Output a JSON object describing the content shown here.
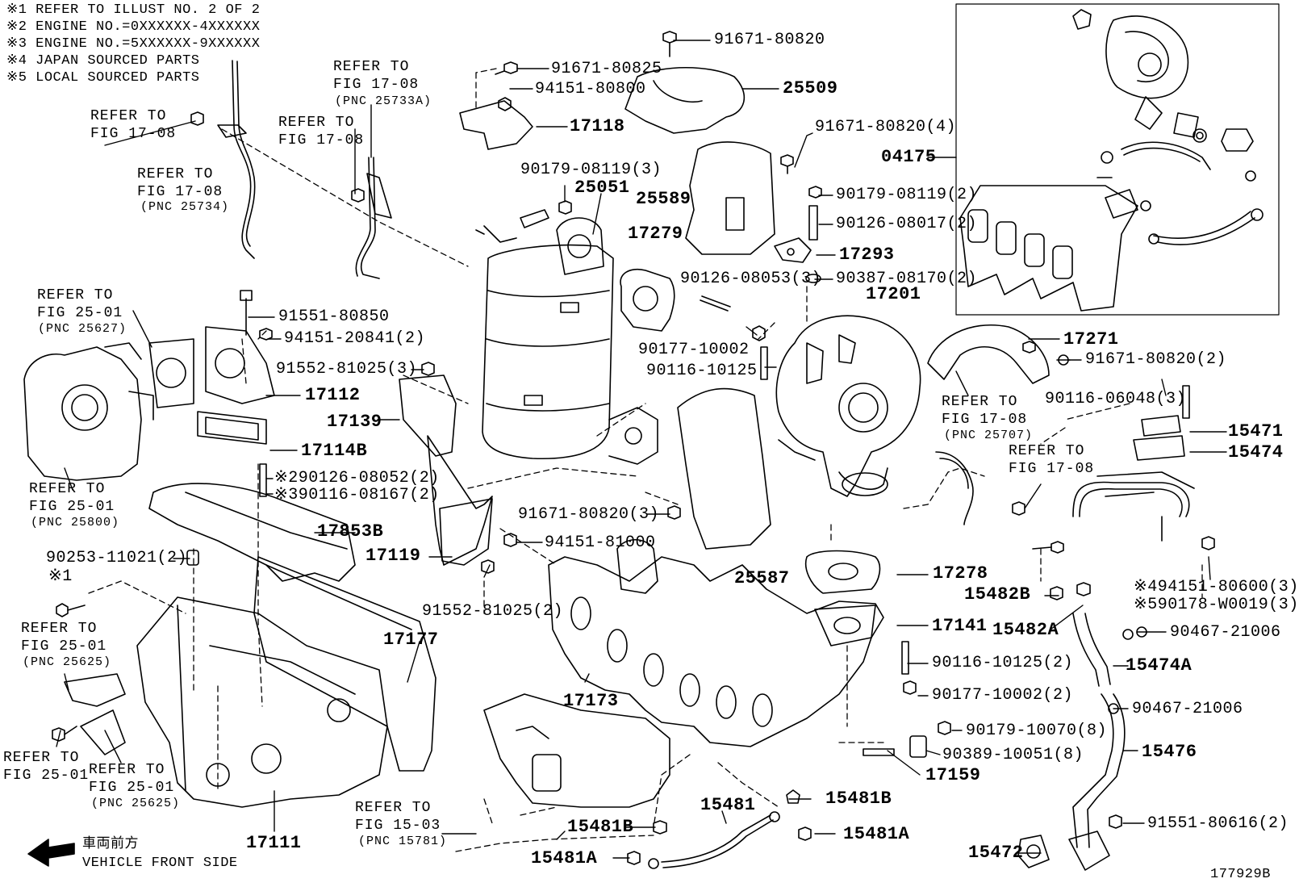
{
  "notes": [
    "※1 REFER TO ILLUST NO. 2 OF 2",
    "※2 ENGINE NO.=0XXXXXX-4XXXXXX",
    "※3 ENGINE NO.=5XXXXXX-9XXXXXX",
    "※4 JAPAN SOURCED PARTS",
    "※5 LOCAL SOURCED PARTS"
  ],
  "refer": {
    "r1": "REFER TO\nFIG 17-08",
    "r2": "REFER TO\nFIG 17-08",
    "r2_pnc": "(PNC 25734)",
    "r3": "REFER TO\nFIG 17-08",
    "r4": "REFER TO\nFIG 17-08",
    "r4_pnc": "(PNC 25733A)",
    "r5": "REFER TO\nFIG 25-01",
    "r5_pnc": "(PNC 25627)",
    "r6": "REFER TO\nFIG 25-01",
    "r6_pnc": "(PNC 25800)",
    "r7": "REFER TO\nFIG 25-01",
    "r7_pnc": "(PNC 25625)",
    "r8": "REFER TO\nFIG 25-01",
    "r9": "REFER TO\nFIG 25-01",
    "r9_pnc": "(PNC 25625)",
    "r10": "REFER TO\nFIG 15-03",
    "r10_pnc": "(PNC 15781)",
    "r11": "REFER TO\nFIG 17-08",
    "r11_pnc": "(PNC 25707)",
    "r12": "REFER TO\nFIG 17-08"
  },
  "parts": {
    "p91671_80820_top": "91671-80820",
    "p91671_80825": "91671-80825",
    "p94151_80800": "94151-80800",
    "p17118": "17118",
    "p25509": "25509",
    "p91671_80820_4": "91671-80820(4)",
    "p04175": "04175",
    "p90179_08119_3": "90179-08119(3)",
    "p25051": "25051",
    "p25589": "25589",
    "p90179_08119_2": "90179-08119(2)",
    "p17279": "17279",
    "p90126_08017_2": "90126-08017(2)",
    "p17293": "17293",
    "p90126_08053_3": "90126-08053(3)",
    "p90387_08170_2": "90387-08170(2)",
    "p17201": "17201",
    "p91551_80850": "91551-80850",
    "p94151_20841_2": "94151-20841(2)",
    "p91552_81025_3": "91552-81025(3)",
    "p17112": "17112",
    "p90177_10002": "90177-10002",
    "p90116_10125": "90116-10125",
    "p17271": "17271",
    "p91671_80820_2": "91671-80820(2)",
    "p17139": "17139",
    "p17114B": "17114B",
    "p90116_06048_3": "90116-06048(3)",
    "p15471": "15471",
    "p15474": "15474",
    "p90126_08052_2": "※290126-08052(2)",
    "p90116_08167_2": "※390116-08167(2)",
    "p91671_80820_3": "91671-80820(3)",
    "p17853B": "17853B",
    "p94151_81000": "94151-81000",
    "p17119": "17119",
    "p90253_11021_2": "90253-11021(2)",
    "note1_mark": "※1",
    "p25587": "25587",
    "p17278": "17278",
    "p15482B": "15482B",
    "p94151_80600_3": "※494151-80600(3)",
    "p90178_W0019_3": "※590178-W0019(3)",
    "p91552_81025_2": "91552-81025(2)",
    "p17141": "17141",
    "p15482A": "15482A",
    "p90467_21006_a": "90467-21006",
    "p17177": "17177",
    "p90116_10125_2": "90116-10125(2)",
    "p15474A": "15474A",
    "p17173": "17173",
    "p90177_10002_2": "90177-10002(2)",
    "p90467_21006_b": "90467-21006",
    "p90179_10070_8": "90179-10070(8)",
    "p90389_10051_8": "90389-10051(8)",
    "p15476": "15476",
    "p17159": "17159",
    "p15481": "15481",
    "p15481B_a": "15481B",
    "p15481B_b": "15481B",
    "p15481A_a": "15481A",
    "p91551_80616_2": "91551-80616(2)",
    "p17111": "17111",
    "p15481A_b": "15481A",
    "p15472": "15472"
  },
  "footer": {
    "front_jp": "車両前方",
    "front_en": "VEHICLE FRONT SIDE",
    "illustration_no": "177929B"
  }
}
